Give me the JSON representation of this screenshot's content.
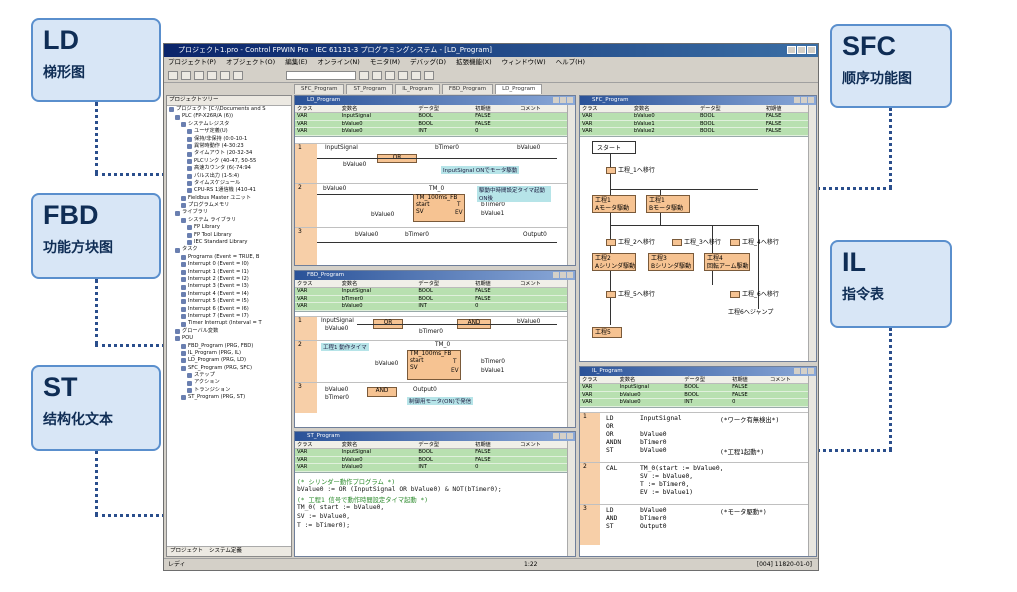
{
  "callouts": {
    "ld": {
      "abbr": "LD",
      "label": "梯形图"
    },
    "fbd": {
      "abbr": "FBD",
      "label": "功能方块图"
    },
    "st": {
      "abbr": "ST",
      "label": "结构化文本"
    },
    "sfc": {
      "abbr": "SFC",
      "label": "顺序功能图"
    },
    "il": {
      "abbr": "IL",
      "label": "指令表"
    }
  },
  "window": {
    "title": "プロジェクト1.pro - Control FPWIN Pro - IEC 61131-3 プログラミングシステム - [LD_Program]",
    "menu": [
      "プロジェクト(P)",
      "オブジェクト(O)",
      "編集(E)",
      "オンライン(N)",
      "モニタ(M)",
      "デバッグ(D)",
      "拡張機能(X)",
      "ウィンドウ(W)",
      "ヘルプ(H)"
    ],
    "tabs": [
      "SFC_Program",
      "ST_Program",
      "IL_Program",
      "FBD_Program",
      "LD_Program"
    ],
    "status_left": "レディ",
    "status_mid": "1:22",
    "status_right": "[004] 11820-01-0]"
  },
  "tree": {
    "header": "プロジェクトツリー",
    "items": [
      "プロジェクト [C:\\\\Documents and S",
      "PLC (FP-X26R/A (6))",
      "システムレジスタ",
      "ユーザ定義(U)",
      "保持/非保持 (0:0-10-1",
      "異常時動作 (4-30:23",
      "タイムアウト (20-32-34",
      "PLCリンク (40-47, 50-55",
      "高速カウンタ (6(-74:94",
      "パルス出力 (1-5:4)",
      "タイムスケジュール",
      "CPU-RS 1通信機 (410-41",
      "Fieldbus Master ユニット",
      "プログラムメモリ",
      "ライブラリ",
      "システム ライブラリ",
      "FP Library",
      "FP Tool Library",
      "IEC Standard Library",
      "タスク",
      "Programs (Event = TRUE, B",
      "Interrupt 0 (Event = I0)",
      "Interrupt 1 (Event = I1)",
      "Interrupt 2 (Event = I2)",
      "Interrupt 3 (Event = I3)",
      "Interrupt 4 (Event = I4)",
      "Interrupt 5 (Event = I5)",
      "Interrupt 6 (Event = I6)",
      "Interrupt 7 (Event = I7)",
      "Timer Interrupt (Interval = T",
      "グローバル変数",
      "POU",
      "FBD_Program (PRG, FBD)",
      "IL_Program (PRG, IL)",
      "LD_Program (PRG, LD)",
      "SFC_Program (PRG, SFC)",
      "ステップ",
      "アクション",
      "トランジション",
      "ST_Program (PRG, ST)"
    ],
    "bottom_tabs": [
      "プロジェクト",
      "システム定義"
    ]
  },
  "panes": {
    "ld": {
      "title": "LD_Program",
      "headers": [
        "クラス",
        "変数名",
        "データ型",
        "初期値",
        "コメント"
      ],
      "rows": [
        [
          "VAR",
          "InputSignal",
          "BOOL",
          "FALSE",
          ""
        ],
        [
          "VAR",
          "bValue0",
          "BOOL",
          "FALSE",
          ""
        ],
        [
          "VAR",
          "bValue0",
          "INT",
          "0",
          ""
        ]
      ],
      "rung1": {
        "num": "1",
        "input": "InputSignal",
        "or": "bValue0",
        "block": "OR",
        "coil": "bTimer0",
        "out": "bValue0",
        "comment": "InputSignal ONでモータ駆動"
      },
      "rung2": {
        "num": "2",
        "in": "bValue0",
        "block": "TM_0",
        "fb": "TM_100ms_FB",
        "start": "start",
        "sv": "SV",
        "t": "T",
        "ev": "EV",
        "svin": "bValue0",
        "tout": "bTimer0",
        "evout": "bValue1",
        "comment": "駆動中時間設定タイマ起動ON後"
      },
      "rung3": {
        "num": "3",
        "a": "bValue0",
        "b": "bTimer0",
        "out": "Output0"
      }
    },
    "fbd": {
      "title": "FBD_Program",
      "headers": [
        "クラス",
        "変数名",
        "データ型",
        "初期値",
        "コメント"
      ],
      "rows": [
        [
          "VAR",
          "InputSignal",
          "BOOL",
          "FALSE",
          ""
        ],
        [
          "VAR",
          "bTimer0",
          "BOOL",
          "FALSE",
          ""
        ],
        [
          "VAR",
          "bValue0",
          "INT",
          "0",
          ""
        ]
      ],
      "n1": "1",
      "n2": "2",
      "n3": "3",
      "in1": "InputSignal",
      "in2": "bValue0",
      "or": "OR",
      "and": "AND",
      "timer": "bTimer0",
      "out1": "bValue0",
      "cmt2": "工程1 動作タイマ",
      "tm": "TM_0",
      "fb": "TM_100ms_FB",
      "start": "start",
      "sv": "SV",
      "t": "T",
      "ev": "EV",
      "svin": "bValue0",
      "tout": "bTimer0",
      "evout": "bValue1",
      "and3a": "bValue0",
      "and3b": "bTimer0",
      "out3": "Output0",
      "cmt3": "制御用モータ(ON)で発信"
    },
    "st": {
      "title": "ST_Program",
      "headers": [
        "クラス",
        "変数名",
        "データ型",
        "初期値",
        "コメント"
      ],
      "rows": [
        [
          "VAR",
          "InputSignal",
          "BOOL",
          "FALSE",
          ""
        ],
        [
          "VAR",
          "bValue0",
          "BOOL",
          "FALSE",
          ""
        ],
        [
          "VAR",
          "bValue0",
          "INT",
          "0",
          ""
        ]
      ],
      "lines": [
        "(* シリンダー動作プログラム *)",
        "bValue0 := OR (InputSignal OR bValue0) & NOT(bTimer0);",
        "(* 工程1 信号で動作時間設定タイマ起動 *)",
        "TM_0( start := bValue0,",
        "      SV := bValue0,",
        "      T := bTimer0);"
      ]
    },
    "sfc": {
      "title": "SFC_Program",
      "headers": [
        "クラス",
        "変数名",
        "データ型",
        "初期値"
      ],
      "rows": [
        [
          "VAR",
          "bValue0",
          "BOOL",
          "FALSE"
        ],
        [
          "VAR",
          "bValue1",
          "BOOL",
          "FALSE"
        ],
        [
          "VAR",
          "bValue2",
          "BOOL",
          "FALSE"
        ]
      ],
      "start": "スタート",
      "t1": "工程_1へ移行",
      "s1": "工程1\nAモータ駆動",
      "s2": "工程1\nBモータ駆動",
      "t2": "工程_2へ移行",
      "t3": "工程_3へ移行",
      "t4": "工程_4へ移行",
      "s3": "工程2\nAシリンダ駆動",
      "s4": "工程3\nBシリンダ駆動",
      "s5": "工程4\n回転アーム駆動",
      "t5": "工程_5へ移行",
      "t6": "工程_6へ移行",
      "jump": "工程6へジャンプ",
      "end": "工程5"
    },
    "il": {
      "title": "IL_Program",
      "headers": [
        "クラス",
        "変数名",
        "データ型",
        "初期値",
        "コメント"
      ],
      "rows": [
        [
          "VAR",
          "InputSignal",
          "BOOL",
          "FALSE",
          ""
        ],
        [
          "VAR",
          "bValue0",
          "BOOL",
          "FALSE",
          ""
        ],
        [
          "VAR",
          "bValue0",
          "INT",
          "0",
          ""
        ]
      ],
      "n1": "1",
      "n2": "2",
      "n3": "3",
      "r1": [
        [
          "LD",
          "InputSignal",
          "(*ワーク有無検出*)"
        ],
        [
          "OR",
          "",
          ""
        ],
        [
          "OR",
          "bValue0",
          ""
        ],
        [
          "ANDN",
          "bTimer0",
          ""
        ],
        [
          "ST",
          "bValue0",
          "(*工程1起動*)"
        ]
      ],
      "r2": [
        [
          "CAL",
          "TM_0(start := bValue0,",
          ""
        ],
        [
          "",
          "SV := bValue0,",
          ""
        ],
        [
          "",
          "T := bTimer0,",
          ""
        ],
        [
          "",
          "EV := bValue1)",
          ""
        ]
      ],
      "r3": [
        [
          "LD",
          "bValue0",
          "(*モータ駆動*)"
        ],
        [
          "AND",
          "bTimer0",
          ""
        ],
        [
          "ST",
          "Output0",
          ""
        ]
      ]
    }
  },
  "colors": {
    "callout_bg": "#d8e6f6",
    "callout_border": "#5a8fcd",
    "code_block": "#f6c392",
    "var_row": "#b8e0b0"
  }
}
